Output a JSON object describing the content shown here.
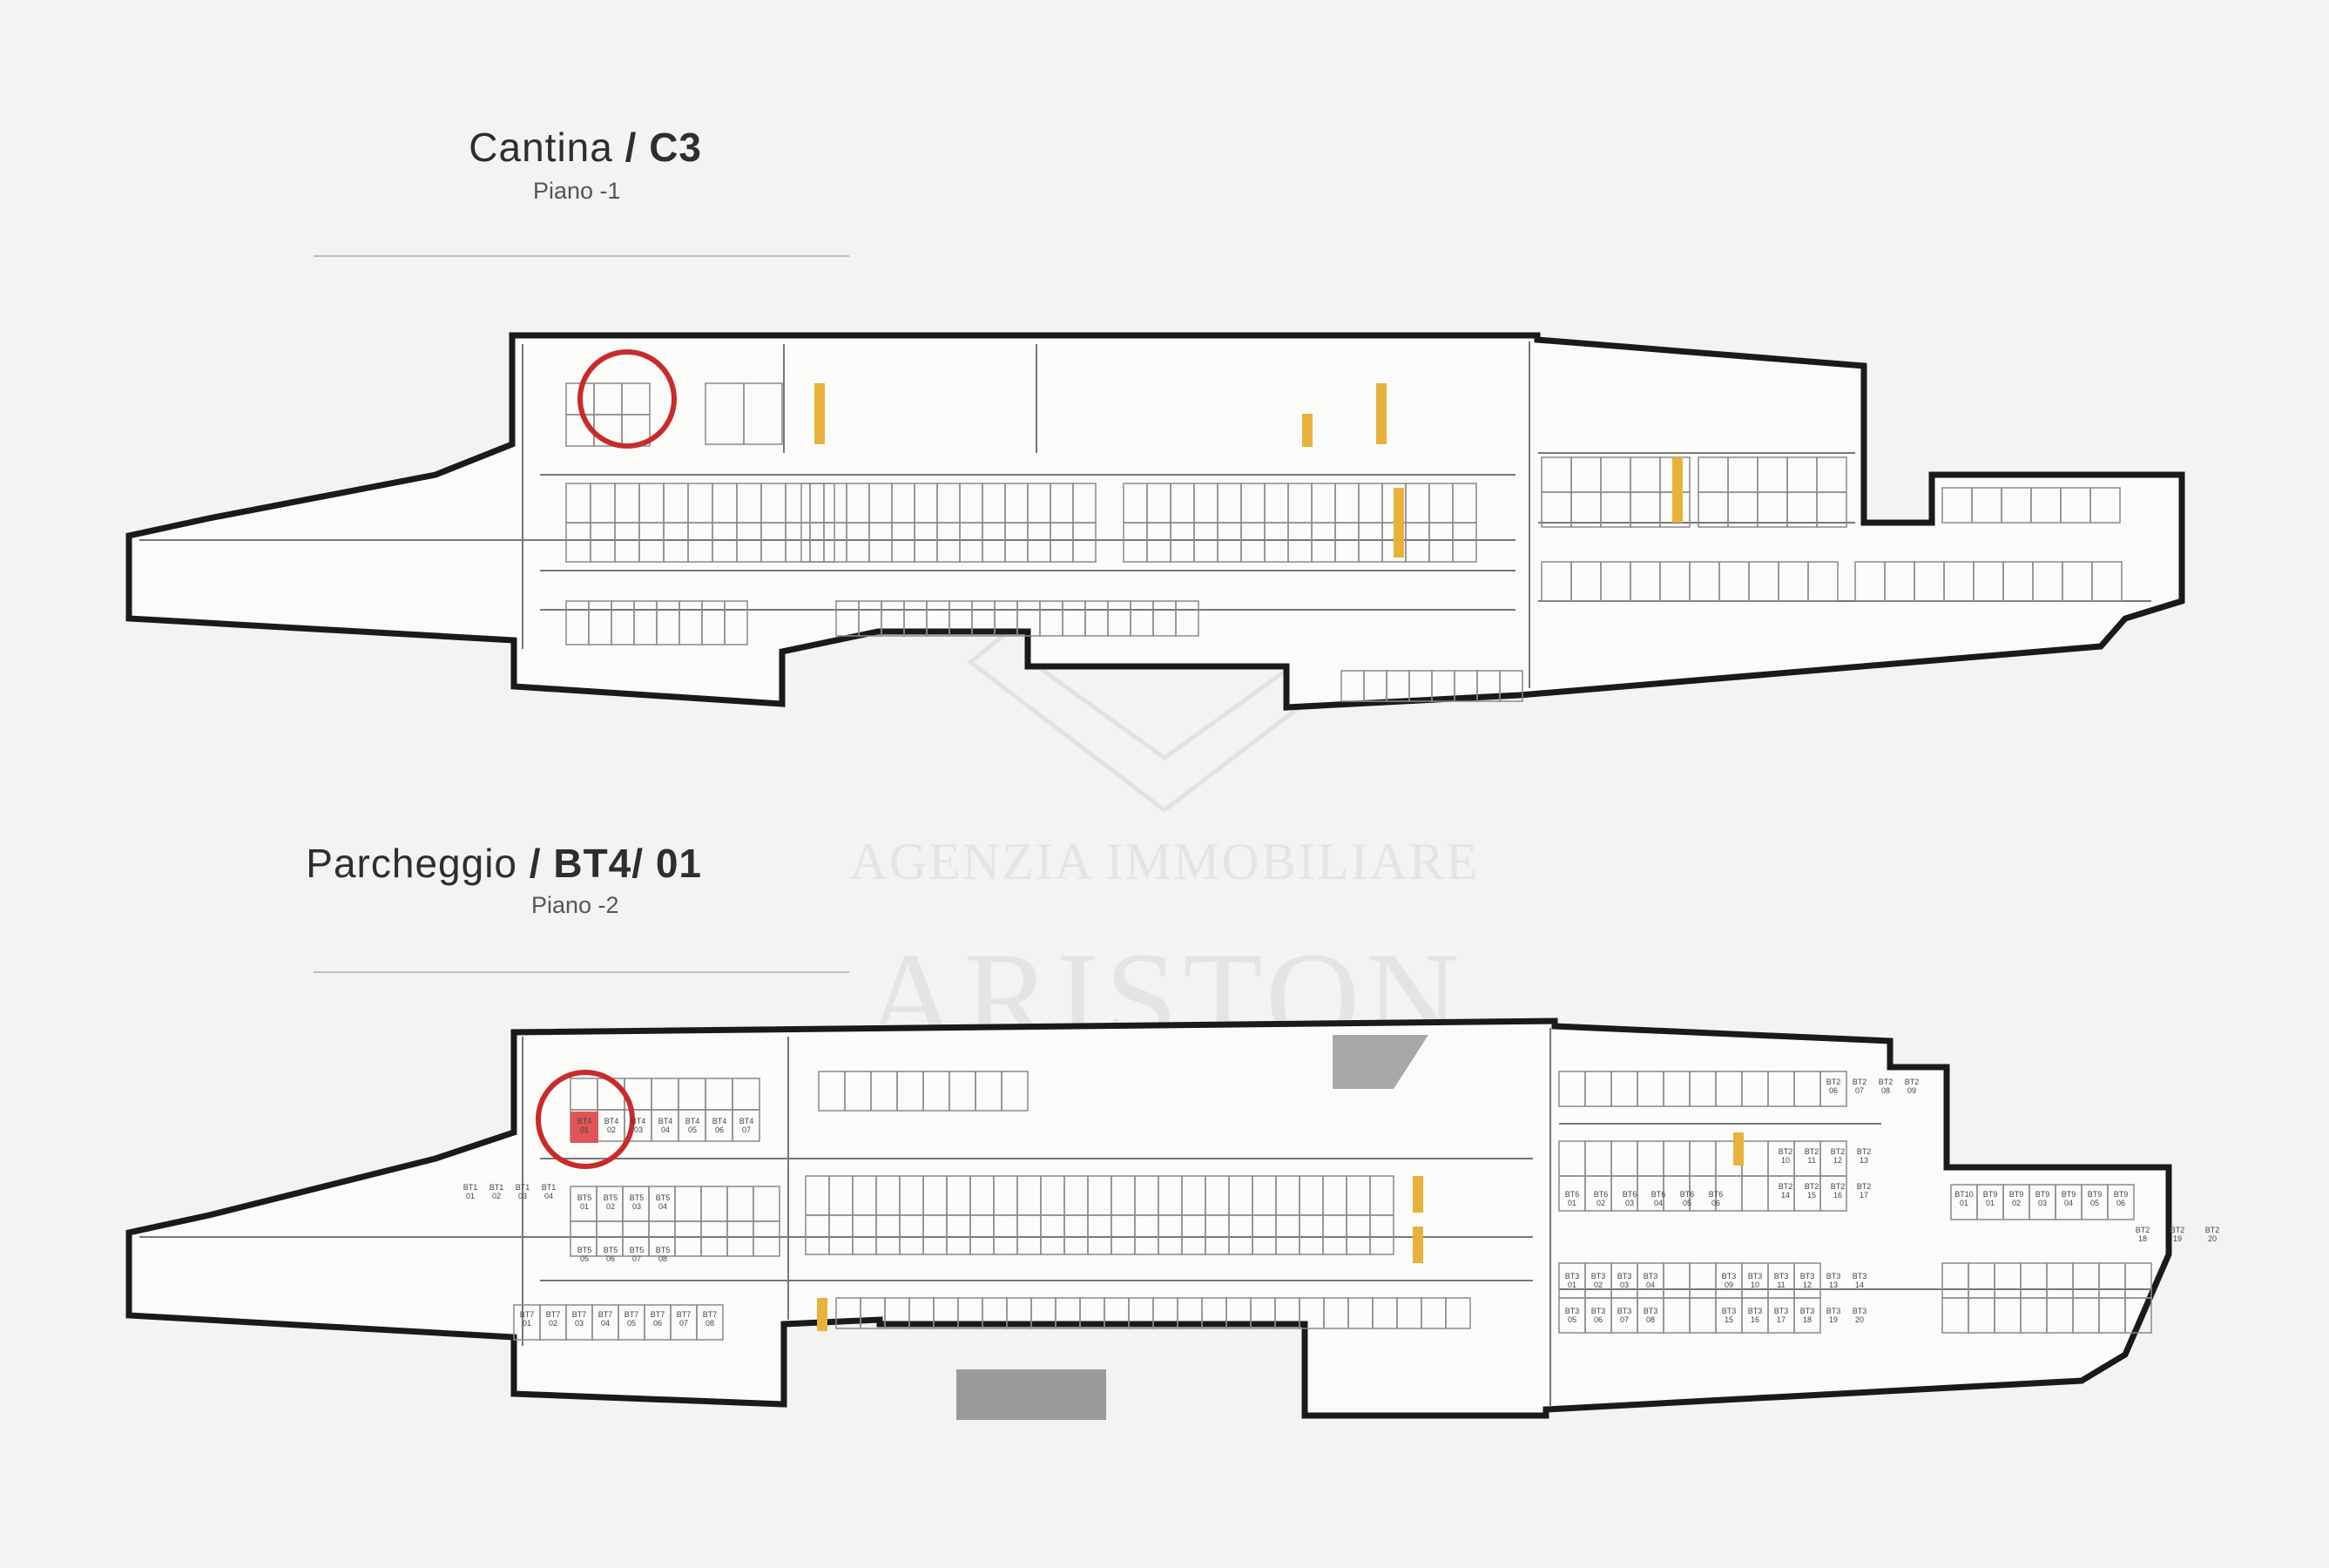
{
  "plans": [
    {
      "id": "cellar",
      "name": "Cantina",
      "separator": " / ",
      "code": "C3",
      "floor": "Piano -1"
    },
    {
      "id": "parking",
      "name": "Parcheggio",
      "separator": " / ",
      "code": "BT4/ 01",
      "floor": "Piano -2"
    }
  ],
  "watermark": {
    "line1": "AGENZIA IMMOBILIARE",
    "line2": "ARISTON"
  },
  "colors": {
    "background": "#f3f3f1",
    "wall": "#1a1a1a",
    "marker": "#c92a2a",
    "highlight": "#e05656",
    "ramp": "#e8b23a"
  },
  "stall_labels": {
    "bt4_row_top": [
      "BT4\n01",
      "BT4\n02",
      "BT4\n03",
      "BT4\n04",
      "BT4\n05",
      "BT4\n06",
      "BT4\n07"
    ],
    "bt5_row_a": [
      "BT5\n01",
      "BT5\n02",
      "BT5\n03",
      "BT5\n04"
    ],
    "bt5_row_b": [
      "BT5\n05",
      "BT5\n06",
      "BT5\n07",
      "BT5\n08"
    ],
    "bt7_row": [
      "BT7\n01",
      "BT7\n02",
      "BT7\n03",
      "BT7\n04",
      "BT7\n05",
      "BT7\n06",
      "BT7\n07",
      "BT7\n08"
    ],
    "bt1_row": [
      "BT1\n01",
      "BT1\n02",
      "BT1\n03",
      "BT1\n04"
    ],
    "bt2_row_top": [
      "BT2\n06",
      "BT2\n07",
      "BT2\n08",
      "BT2\n09"
    ],
    "bt2_row_mid": [
      "BT2\n10",
      "BT2\n11",
      "BT2\n12",
      "BT2\n13"
    ],
    "bt2_row_low": [
      "BT2\n14",
      "BT2\n15",
      "BT2\n16",
      "BT2\n17"
    ],
    "bt6_row": [
      "BT6\n01",
      "BT6\n02",
      "BT6\n03",
      "BT6\n04",
      "BT6\n05",
      "BT6\n06"
    ],
    "bt3_row_a": [
      "BT3\n01",
      "BT3\n02",
      "BT3\n03",
      "BT3\n04"
    ],
    "bt3_row_b": [
      "BT3\n05",
      "BT3\n06",
      "BT3\n07",
      "BT3\n08"
    ],
    "bt3_row_c": [
      "BT3\n09",
      "BT3\n10",
      "BT3\n11",
      "BT3\n12",
      "BT3\n13",
      "BT3\n14"
    ],
    "bt3_row_d": [
      "BT3\n15",
      "BT3\n16",
      "BT3\n17",
      "BT3\n18",
      "BT3\n19",
      "BT3\n20"
    ],
    "bt10_row": [
      "BT10\n01",
      "BT9\n01",
      "BT9\n02",
      "BT9\n03",
      "BT9\n04",
      "BT9\n05",
      "BT9\n06"
    ],
    "bt2_right": [
      "BT2\n18",
      "BT2\n19",
      "BT2\n20"
    ]
  }
}
